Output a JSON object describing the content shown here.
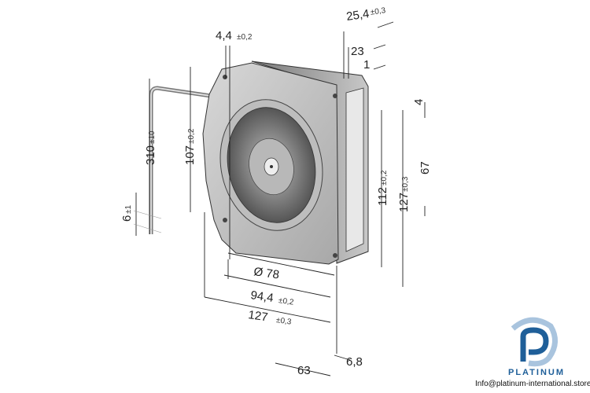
{
  "drawing": {
    "dimensions": {
      "depth_total": {
        "value": "25,4",
        "tol": "±0,3"
      },
      "hole_offset": {
        "value": "4,4",
        "tol": "±0,2"
      },
      "depth_housing": {
        "value": "23"
      },
      "flange": {
        "value": "1"
      },
      "outlet_offset": {
        "value": "4"
      },
      "outlet_center": {
        "value": "67"
      },
      "height_right": {
        "value": "127",
        "tol": "±0,3"
      },
      "outlet_height": {
        "value": "112",
        "tol": "±0,2"
      },
      "cable_length": {
        "value": "310",
        "tol": "±10"
      },
      "hole_spacing_v": {
        "value": "107",
        "tol": "±0,2"
      },
      "strip_length": {
        "value": "6",
        "tol": "±1"
      },
      "inlet_diameter": {
        "value": "Ø 78"
      },
      "hole_spacing_h": {
        "value": "94,4",
        "tol": "±0,2"
      },
      "width": {
        "value": "127",
        "tol": "±0,3"
      },
      "outlet_width_offset": {
        "value": "6,8"
      },
      "outlet_width": {
        "value": "63"
      }
    }
  },
  "branding": {
    "name": "PLATINUM",
    "email": "Info@platinum-international.store",
    "color": "#1f5f99"
  }
}
